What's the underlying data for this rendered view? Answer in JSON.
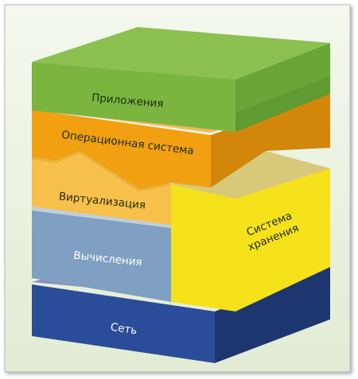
{
  "diagram": {
    "layers": {
      "applications": {
        "label": "Приложения",
        "color": "#8cc152"
      },
      "operating_system": {
        "label": "Операционная система",
        "color": "#f0a010"
      },
      "virtualization": {
        "label": "Виртуализация",
        "color": "#f7c04a"
      },
      "storage": {
        "label_line1": "Система",
        "label_line2": "хранения",
        "color": "#f5e21a"
      },
      "compute": {
        "label": "Вычисления",
        "color": "#7fa0c2"
      },
      "network": {
        "label": "Сеть",
        "color": "#2b4c98"
      }
    },
    "background_color": "#edf4e4"
  }
}
